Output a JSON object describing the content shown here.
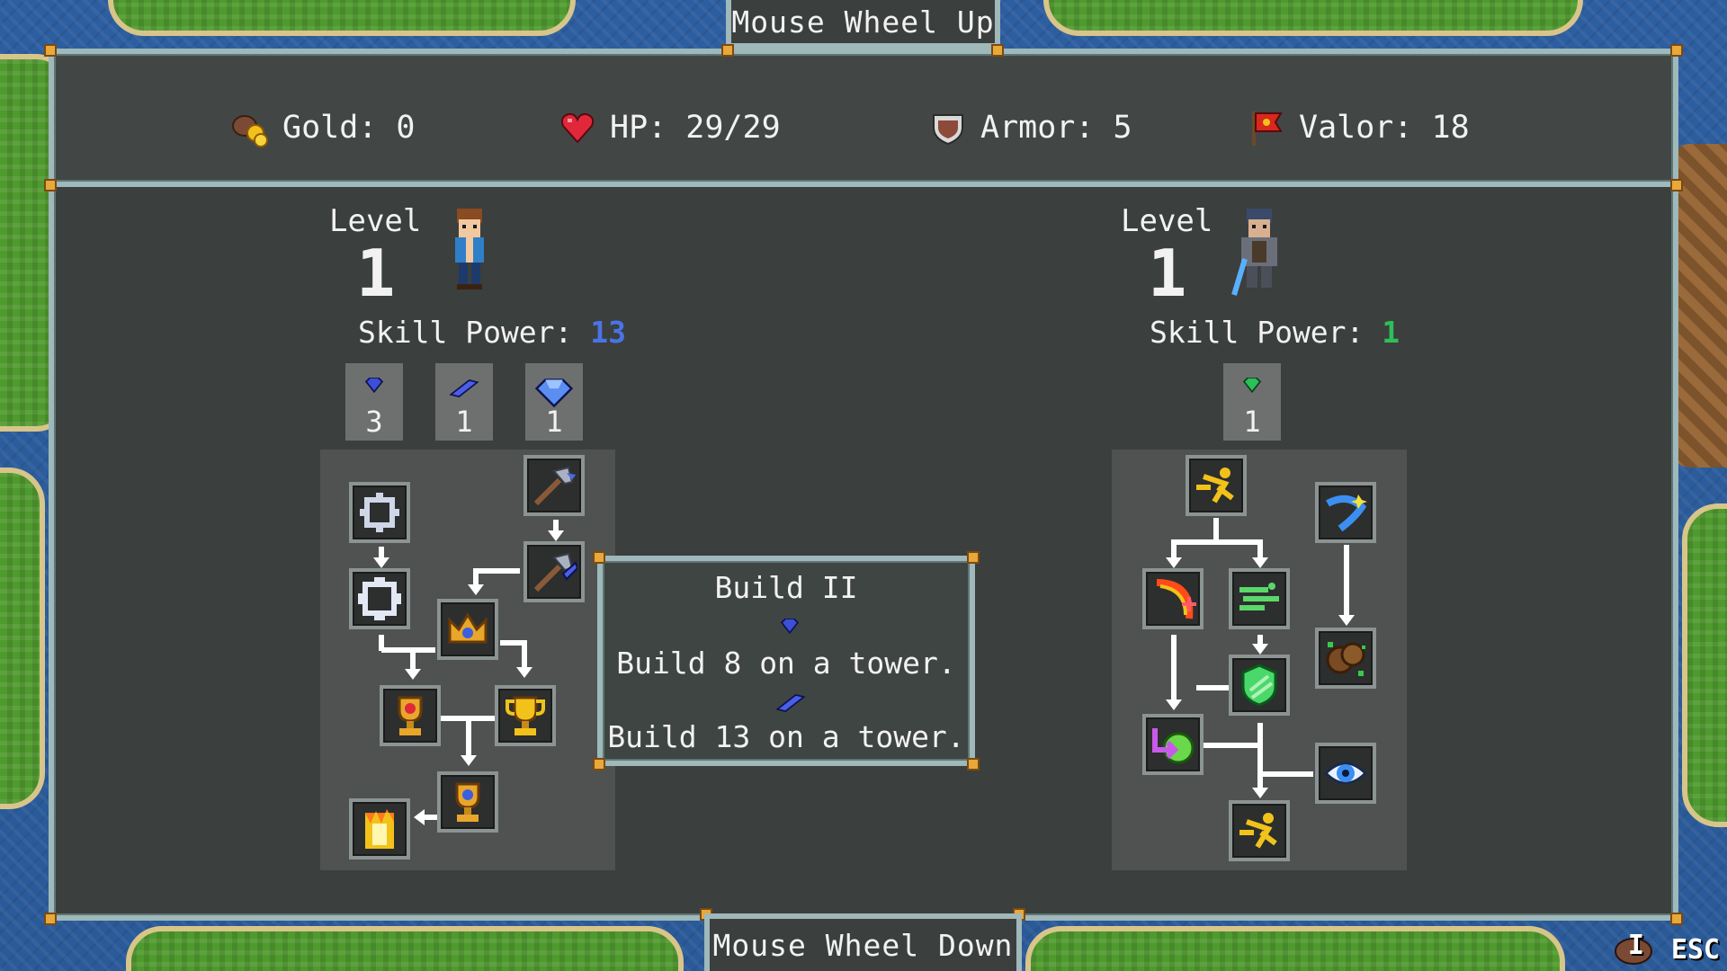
{
  "nav": {
    "wheel_up": "Mouse Wheel Up",
    "wheel_down": "Mouse Wheel Down"
  },
  "stats": {
    "gold": "Gold: 0",
    "hp": "HP: 29/29",
    "armor": "Armor: 5",
    "valor": "Valor: 18"
  },
  "left_hero": {
    "level_label": "Level",
    "level_value": "1",
    "skill_power_label": "Skill Power:",
    "skill_power_value": "13",
    "gems": [
      {
        "count": "3",
        "color": "#3c4fd6"
      },
      {
        "count": "1",
        "color": "#4a5ee8"
      },
      {
        "count": "1",
        "color": "#5b8ef0"
      }
    ],
    "skills": [
      {
        "name": "gear-cog",
        "icon": "gear-icon"
      },
      {
        "name": "gear-cog-2",
        "icon": "gear-icon"
      },
      {
        "name": "hammer",
        "icon": "hammer-icon"
      },
      {
        "name": "hammer-gem",
        "icon": "hammer-gem-icon"
      },
      {
        "name": "crown",
        "icon": "crown-icon"
      },
      {
        "name": "trophy-red",
        "icon": "trophy-icon"
      },
      {
        "name": "trophy-gold",
        "icon": "trophy-icon"
      },
      {
        "name": "trophy-blue",
        "icon": "trophy-icon"
      },
      {
        "name": "fire-tower",
        "icon": "fire-icon"
      }
    ]
  },
  "right_hero": {
    "level_label": "Level",
    "level_value": "1",
    "skill_power_label": "Skill Power:",
    "skill_power_value": "1",
    "gems": [
      {
        "count": "1",
        "color": "#2dbf58"
      }
    ],
    "skills": [
      {
        "name": "dash-top",
        "icon": "dash-icon"
      },
      {
        "name": "boomerang",
        "icon": "boomerang-icon"
      },
      {
        "name": "fire-bow",
        "icon": "bow-icon"
      },
      {
        "name": "wind",
        "icon": "wind-icon"
      },
      {
        "name": "thorns",
        "icon": "thorns-icon"
      },
      {
        "name": "green-shield",
        "icon": "shield-icon"
      },
      {
        "name": "purple-warp",
        "icon": "warp-icon"
      },
      {
        "name": "eye",
        "icon": "eye-icon"
      },
      {
        "name": "dash-bottom",
        "icon": "dash-icon"
      }
    ]
  },
  "tooltip": {
    "title": "Build II",
    "line1": "Build 8 on a tower.",
    "line2": "Build 13 on a tower."
  },
  "hud": {
    "key1": "I",
    "key2": "ESC"
  },
  "colors": {
    "frame": "#9fb8b9",
    "panel": "#3b3f3d",
    "corner": "#e8a83a",
    "skill_power_left": "#4a73e8",
    "skill_power_right": "#2dbf58"
  }
}
